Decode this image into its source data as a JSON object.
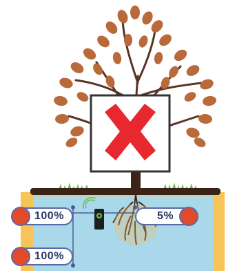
{
  "scene": {
    "status_icon": "x-mark-icon",
    "colors": {
      "leaf": "#b86a3a",
      "trunk": "#3b2417",
      "soil": "#a8d8ea",
      "sand": "#f7c45a",
      "grass": "#6bbf4e",
      "x_mark": "#e8282f",
      "badge": "#e14b2a",
      "outline": "#5a6aa8"
    }
  },
  "gauges": {
    "left_top": {
      "label": "100%",
      "value": 100
    },
    "left_bottom": {
      "label": "100%",
      "value": 100
    },
    "right": {
      "label": "5%",
      "value": 5
    }
  }
}
